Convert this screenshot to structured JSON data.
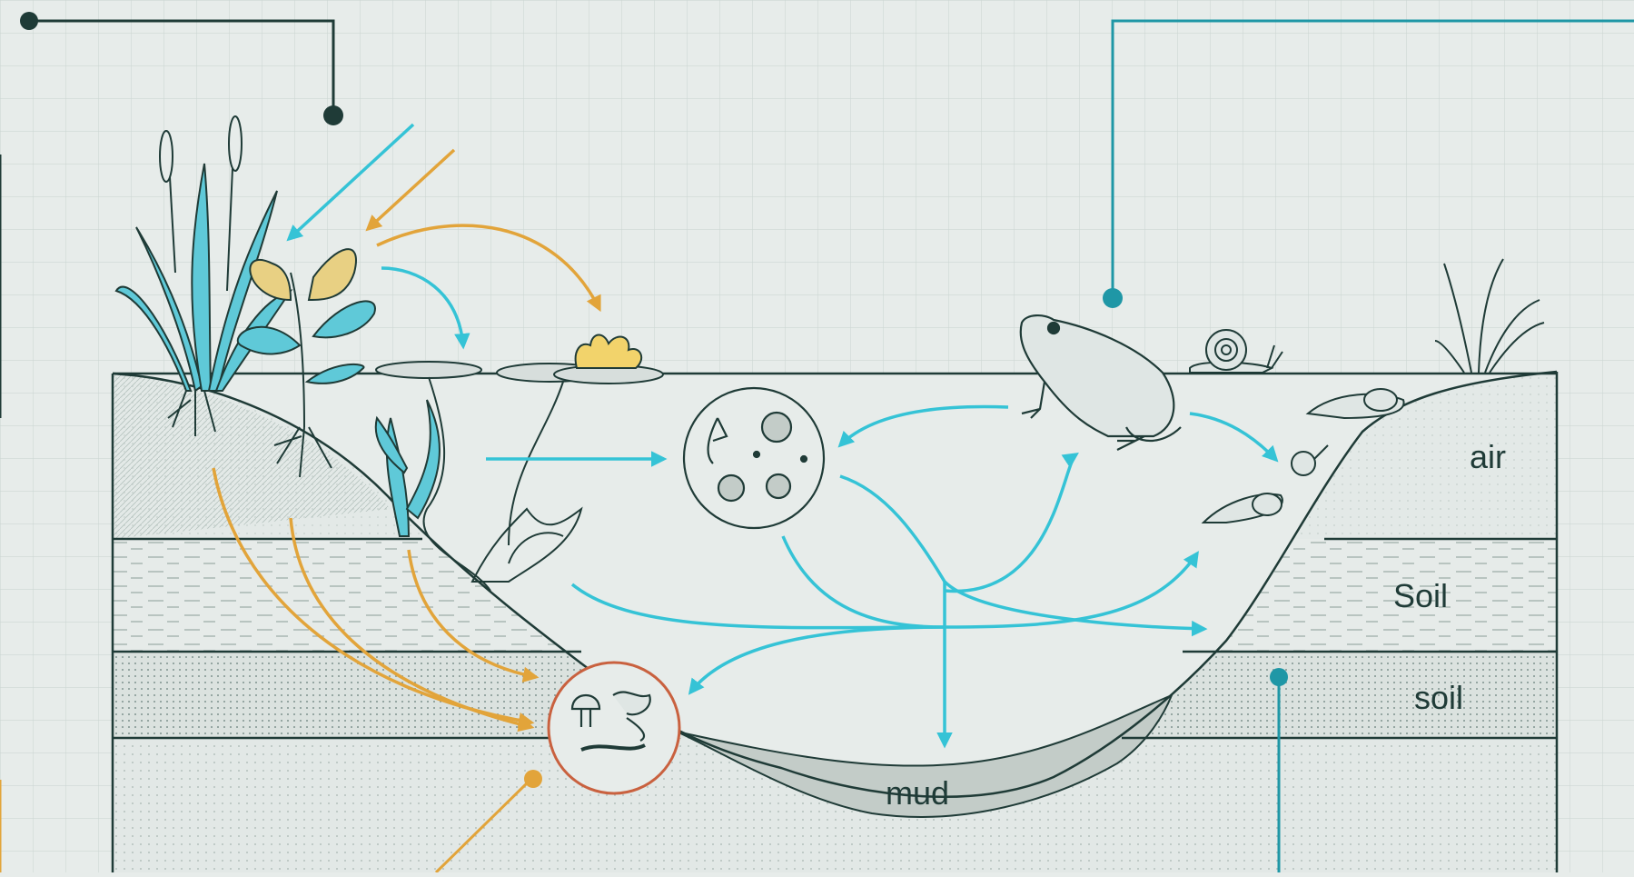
{
  "diagram": {
    "layer_labels": {
      "air": "air",
      "soil_upper": "Soil",
      "soil_lower": "soil",
      "mud": "mud"
    },
    "colors": {
      "background": "#e7ecea",
      "grid": "#cdd7d4",
      "outline": "#1f3b37",
      "flow_teal": "#35c3d6",
      "flow_orange": "#e2a43a",
      "callout_teal": "#1f97a6",
      "decomposer_ring": "#c9613f",
      "mud_fill": "#c3ccc8"
    },
    "organisms": [
      "reeds-and-cattails",
      "leafy-plant",
      "water-lilies",
      "submerged-plants",
      "frog",
      "snail",
      "tadpoles",
      "grass-tuft",
      "microorganisms",
      "decomposers"
    ]
  }
}
